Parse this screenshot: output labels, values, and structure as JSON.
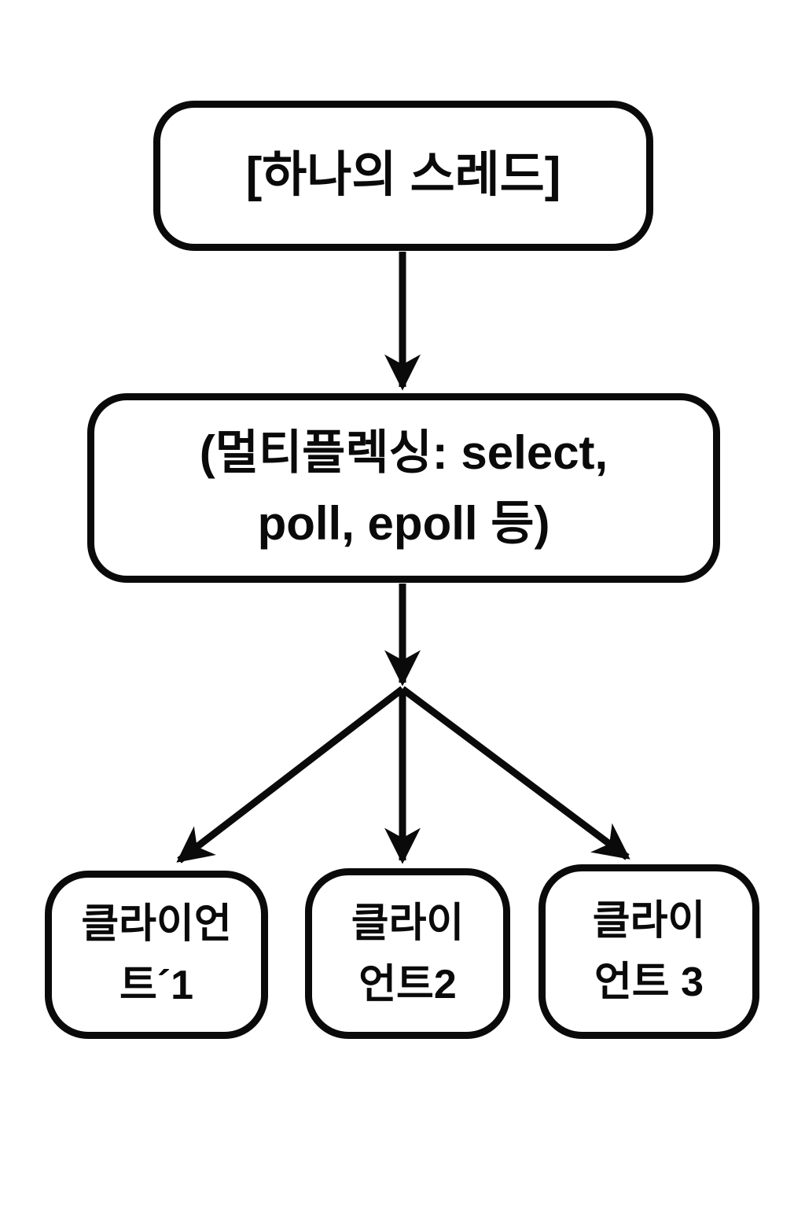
{
  "diagram": {
    "background_color": "#ffffff",
    "stroke_color": "#0a0a0a",
    "nodes": [
      {
        "id": "thread",
        "label": "[하나의 스레드]"
      },
      {
        "id": "multiplexing",
        "label": "(멀티플렉싱: select,\npoll, epoll 등)"
      },
      {
        "id": "client1",
        "label": "클라이언\n트´1"
      },
      {
        "id": "client2",
        "label": "클라이\n언트2"
      },
      {
        "id": "client3",
        "label": "클라이\n언트 3"
      }
    ],
    "edges": [
      {
        "from": "thread",
        "to": "multiplexing"
      },
      {
        "from": "multiplexing",
        "to": "fanout-junction"
      },
      {
        "from": "fanout-junction",
        "to": "client1"
      },
      {
        "from": "fanout-junction",
        "to": "client2"
      },
      {
        "from": "fanout-junction",
        "to": "client3"
      }
    ]
  }
}
